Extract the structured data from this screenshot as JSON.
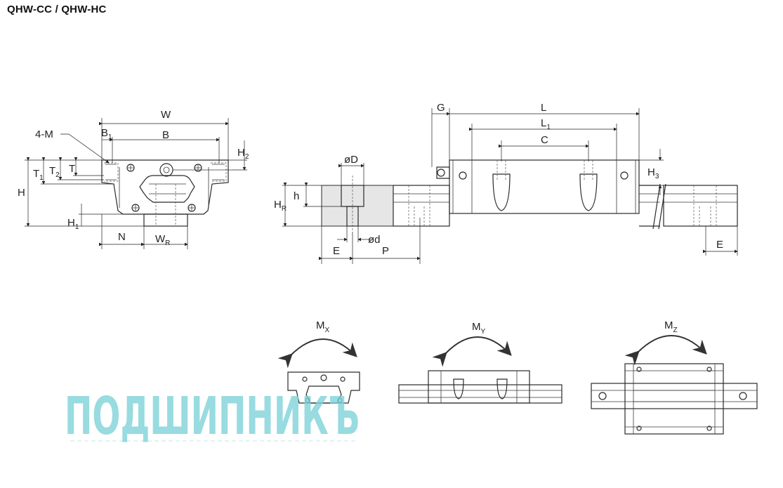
{
  "title": "QHW-CC / QHW-HC",
  "colors": {
    "line": "#2a2a2a",
    "rail_fill": "#e6e6e6",
    "watermark": "#7fd3d9"
  },
  "front_view": {
    "label_w": "W",
    "label_b1": "B",
    "label_b1_sub": "1",
    "label_b": "B",
    "label_4m": "4-M",
    "label_h": "H",
    "label_t1": "T",
    "label_t1_sub": "1",
    "label_t2": "T",
    "label_t2_sub": "2",
    "label_t": "T",
    "label_h1": "H",
    "label_h1_sub": "1",
    "label_h2": "H",
    "label_h2_sub": "2",
    "label_n": "N",
    "label_wr": "W",
    "label_wr_sub": "R"
  },
  "rail_section": {
    "label_phi_D": "øD",
    "label_h": "h",
    "label_hr": "H",
    "label_hr_sub": "R",
    "label_phi_d": "ød",
    "label_e": "E",
    "label_p": "P"
  },
  "side_view": {
    "label_g": "G",
    "label_l": "L",
    "label_l1": "L",
    "label_l1_sub": "1",
    "label_c": "C",
    "label_h3": "H",
    "label_h3_sub": "3",
    "label_e": "E"
  },
  "moments": {
    "mx": "M",
    "mx_sub": "X",
    "my": "M",
    "my_sub": "Y",
    "mz": "M",
    "mz_sub": "Z"
  },
  "watermark": "ПОДШИПНИКЪ"
}
